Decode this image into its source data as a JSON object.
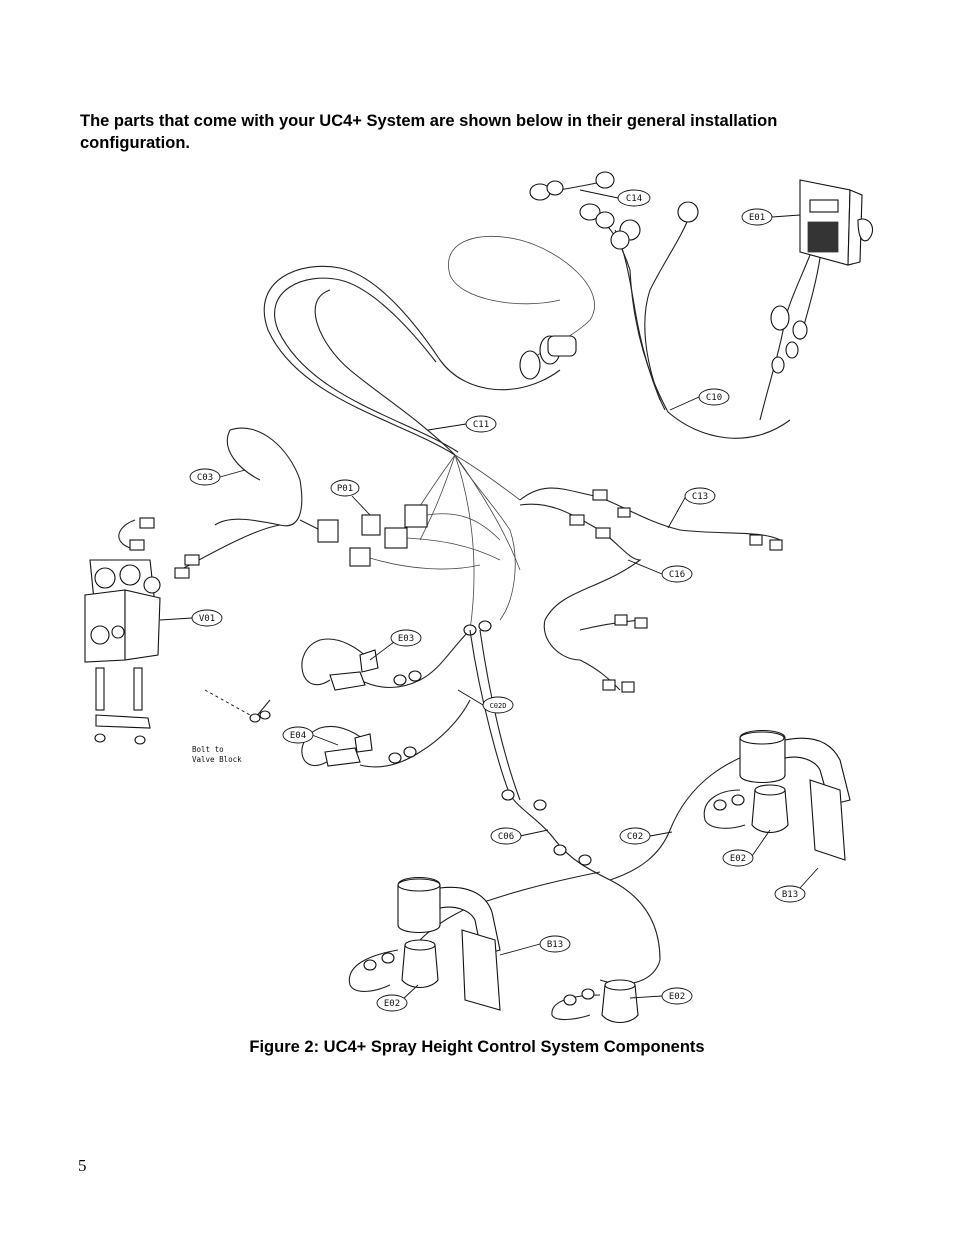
{
  "intro_text": "The parts that come with your UC4+ System are shown below in their general installation configuration.",
  "caption": "Figure 2: UC4+ Spray Height Control System Components",
  "page_number": "5",
  "figure": {
    "callouts": {
      "c14": "C14",
      "e01": "E01",
      "c10": "C10",
      "c11": "C11",
      "c03": "C03",
      "p01": "P01",
      "c13": "C13",
      "c16": "C16",
      "v01": "V01",
      "e03": "E03",
      "c02d": "C02D",
      "e04": "E04",
      "c06": "C06",
      "c02": "C02",
      "e02a": "E02",
      "b13a": "B13",
      "b13b": "B13",
      "e02b": "E02",
      "e02c": "E02"
    },
    "note_line1": "Bolt to",
    "note_line2": "Valve Block"
  }
}
